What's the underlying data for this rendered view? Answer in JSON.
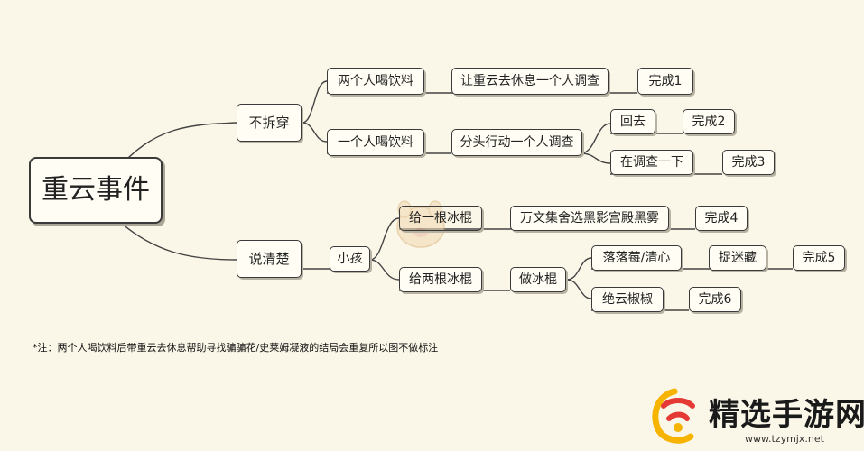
{
  "diagram": {
    "root": "重云事件",
    "branches": {
      "no_expose": "不拆穿",
      "explain": "说清楚"
    },
    "nodes": {
      "two_drink": "两个人喝饮料",
      "let_rest": "让重云去休息一个人调查",
      "complete1": "完成1",
      "one_drink": "一个人喝饮料",
      "split_up": "分头行动一个人调查",
      "go_back": "回去",
      "complete2": "完成2",
      "investigate_again": "在调查一下",
      "complete3": "完成3",
      "child": "小孩",
      "give_one": "给一根冰棍",
      "wanwen": "万文集舍选黑影宫殿黑雾",
      "complete4": "完成4",
      "give_two": "给两根冰棍",
      "make_ice": "做冰棍",
      "luoluo": "落落莓/清心",
      "hide_seek": "捉迷藏",
      "complete5": "完成5",
      "jueyun": "绝云椒椒",
      "complete6": "完成6"
    },
    "note": "*注：两个人喝饮料后带重云去休息帮助寻找骗骗花/史莱姆凝液的结局会重复所以图不做标注"
  },
  "watermark": {
    "title": "精选手游网",
    "url": "www.tzymjx.net"
  },
  "colors": {
    "background": "#fbf7e8",
    "node_border": "#3a3a3a",
    "line": "#444444",
    "logo_red": "#e53935",
    "logo_yellow": "#f6b400"
  }
}
